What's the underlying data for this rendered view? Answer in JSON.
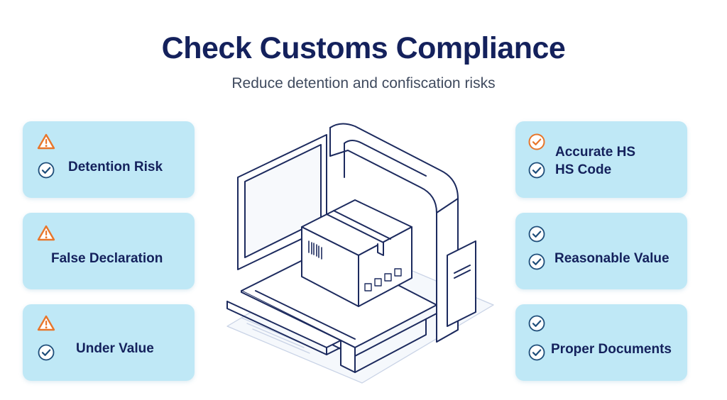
{
  "header": {
    "title": "Check Customs Compliance",
    "subtitle": "Reduce detention and confiscation risks"
  },
  "risks": [
    {
      "label": "Detention Risk",
      "icons": [
        "warning-icon",
        "check-circle-icon"
      ]
    },
    {
      "label": "False Declaration",
      "icons": [
        "warning-icon"
      ]
    },
    {
      "label": "Under Value",
      "icons": [
        "warning-icon",
        "check-circle-icon"
      ]
    }
  ],
  "checks": [
    {
      "label_line1": "Accurate HS",
      "label_line2": "HS Code",
      "icons": [
        "check-circle-icon-orange",
        "check-circle-icon"
      ]
    },
    {
      "label": "Reasonable Value",
      "icons": [
        "check-circle-icon",
        "check-circle-icon"
      ]
    },
    {
      "label": "Proper Documents",
      "icons": [
        "check-circle-icon",
        "check-circle-icon"
      ]
    }
  ],
  "colors": {
    "title": "#14215c",
    "card": "#bfe8f6",
    "warning": "#e8762b",
    "check": "#1f4e7a",
    "line": "#1c2a5e"
  },
  "illustration": "x-ray-scanner-with-package"
}
